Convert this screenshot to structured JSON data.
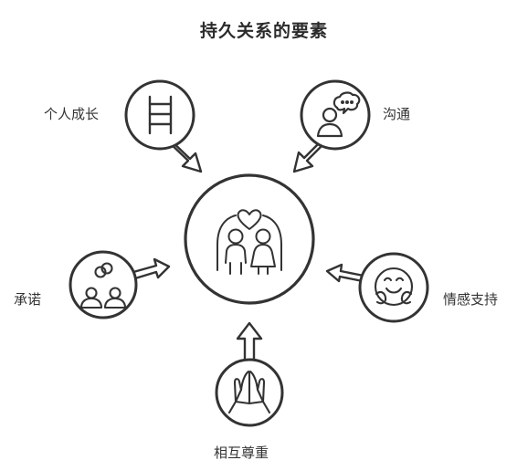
{
  "title": "持久关系的要素",
  "center": {
    "icon": "couple-heart-icon"
  },
  "elements": [
    {
      "label": "个人成长",
      "icon": "ladder-icon"
    },
    {
      "label": "沟通",
      "icon": "person-speech-bubble-icon"
    },
    {
      "label": "承诺",
      "icon": "couple-rings-icon"
    },
    {
      "label": "情感支持",
      "icon": "hugging-face-icon"
    },
    {
      "label": "相互尊重",
      "icon": "praying-hands-icon"
    }
  ],
  "colors": {
    "stroke": "#333333",
    "fill": "#ffffff",
    "text": "#333333"
  }
}
